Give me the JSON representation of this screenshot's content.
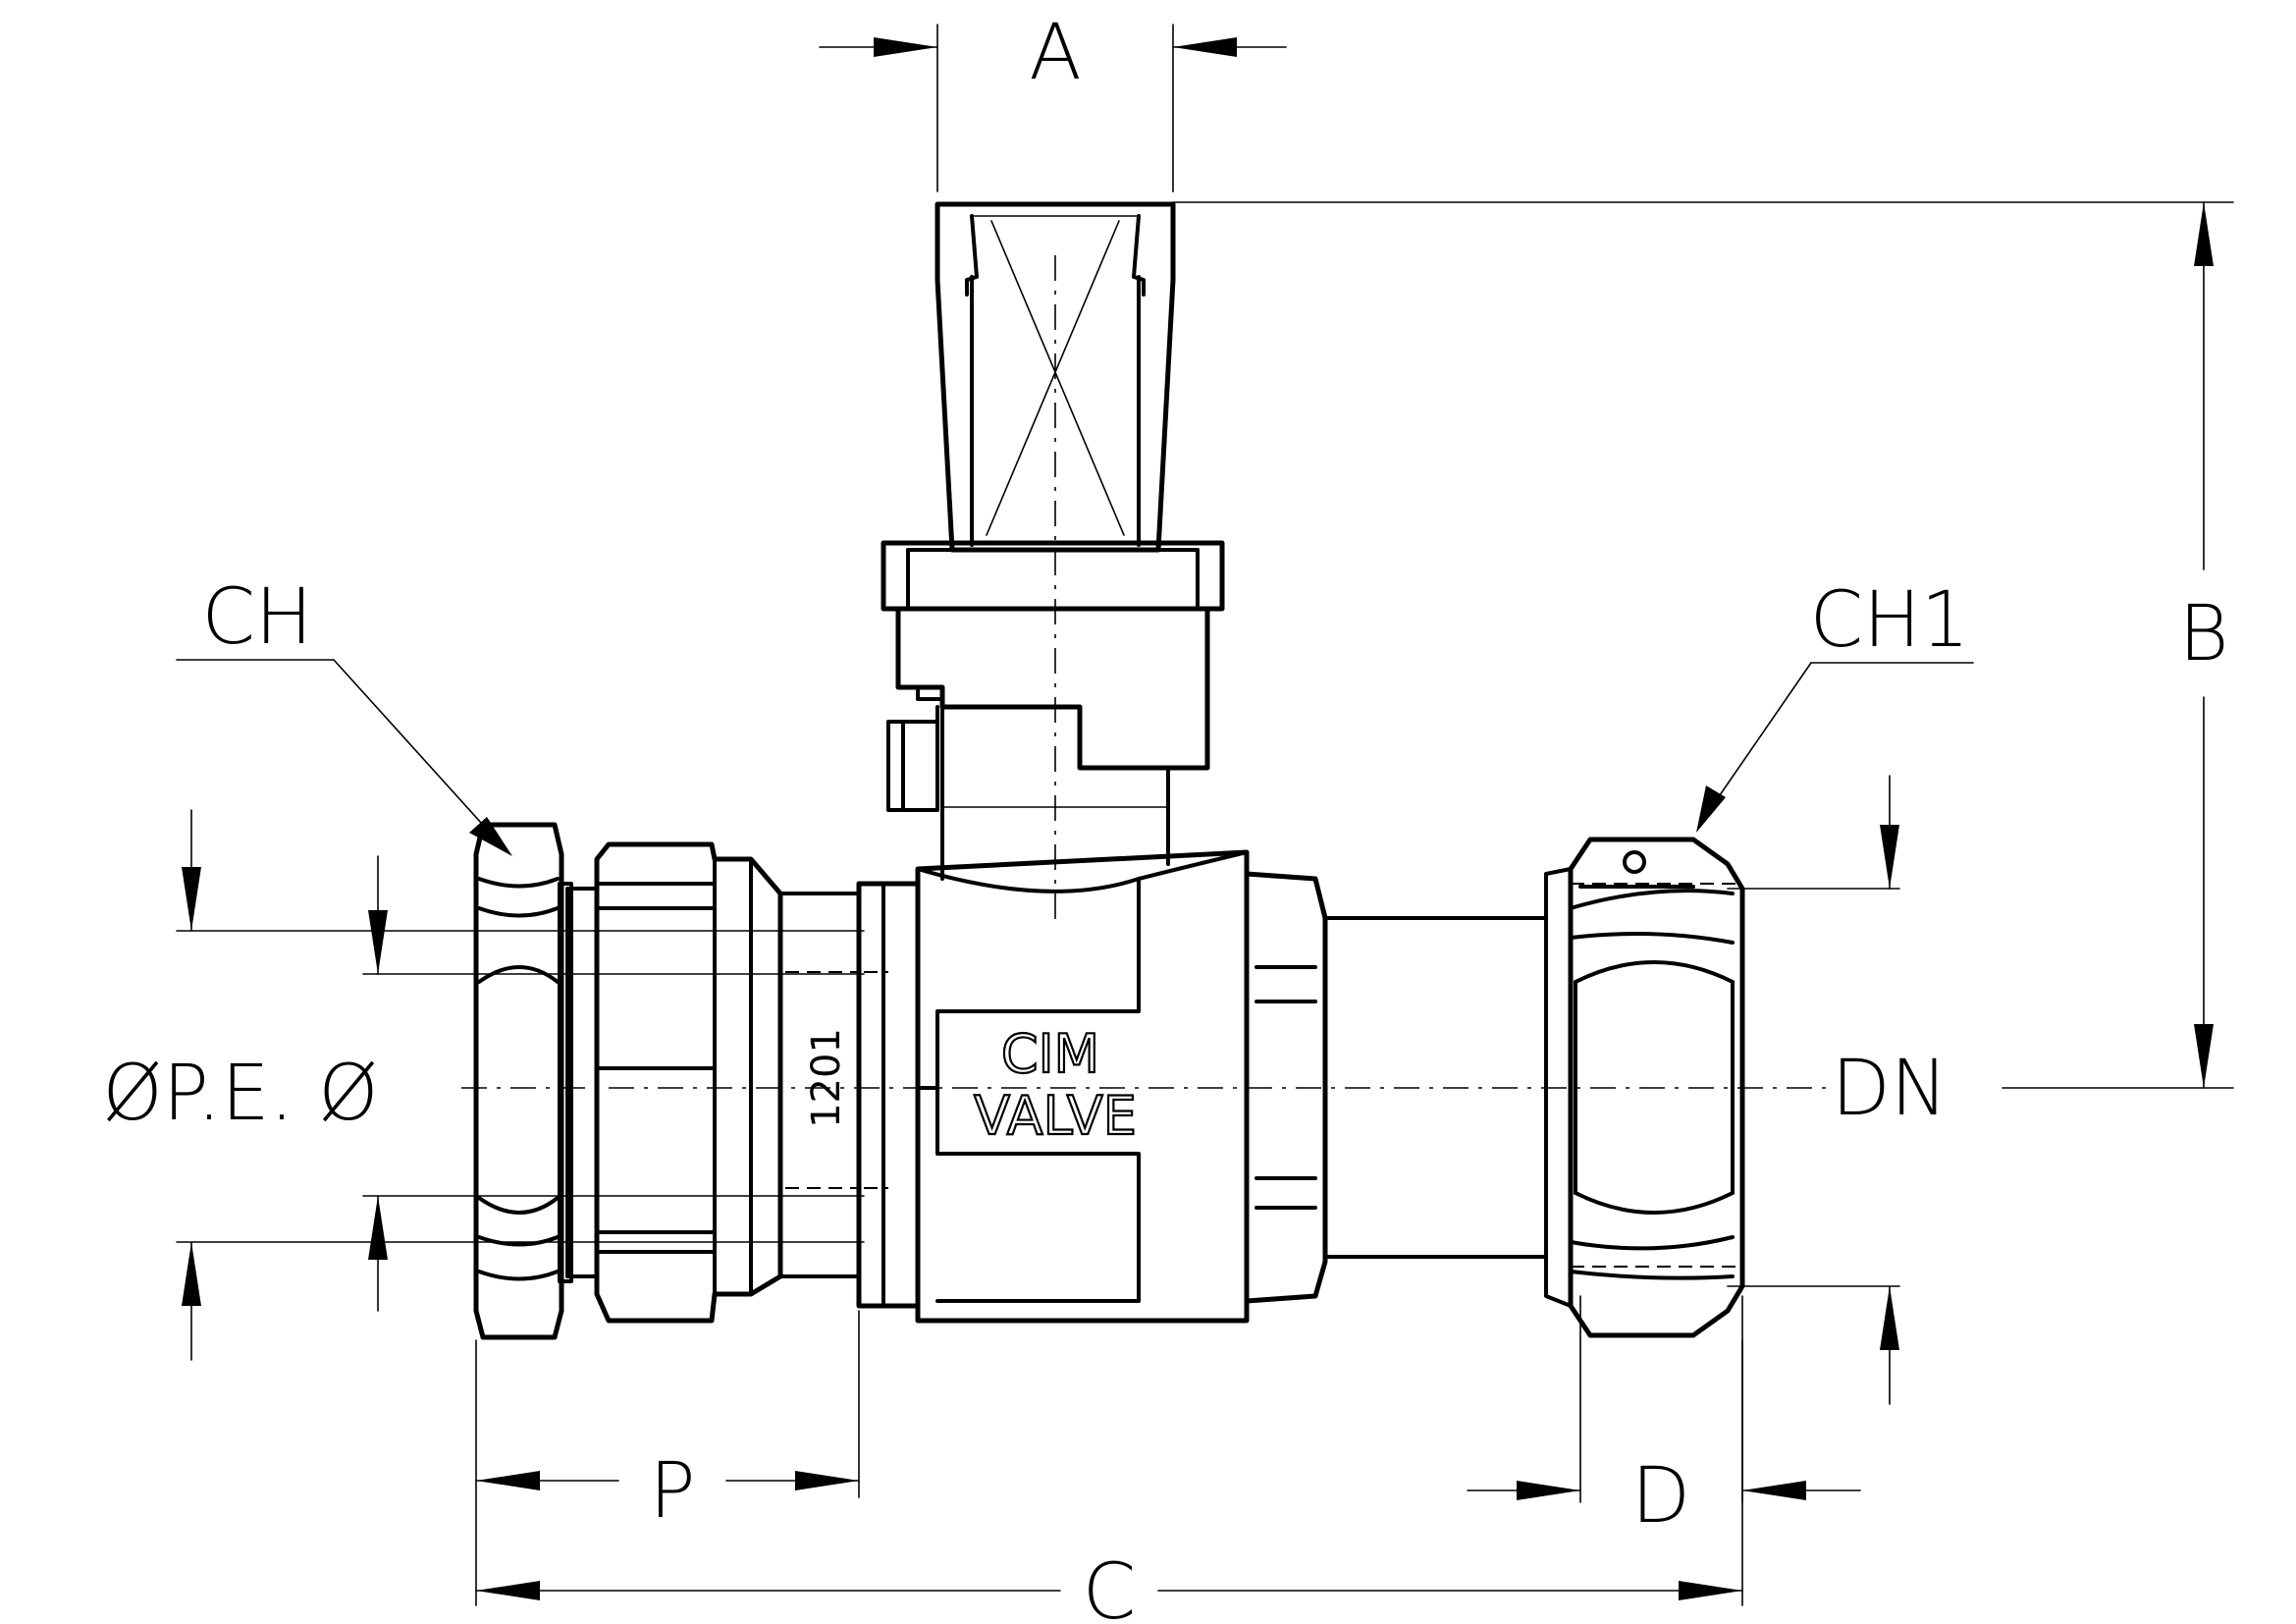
{
  "labels": {
    "A": "A",
    "B": "B",
    "C": "C",
    "D": "D",
    "P": "P",
    "CH": "CH",
    "CH1": "CH1",
    "DN": "DN",
    "ope": "ØP.E. Ø"
  },
  "body_marking": {
    "brand_top": "CIM",
    "brand_bottom": "VALVE",
    "code": "1201"
  },
  "colors": {
    "ink": "#000000",
    "paper": "#ffffff"
  }
}
